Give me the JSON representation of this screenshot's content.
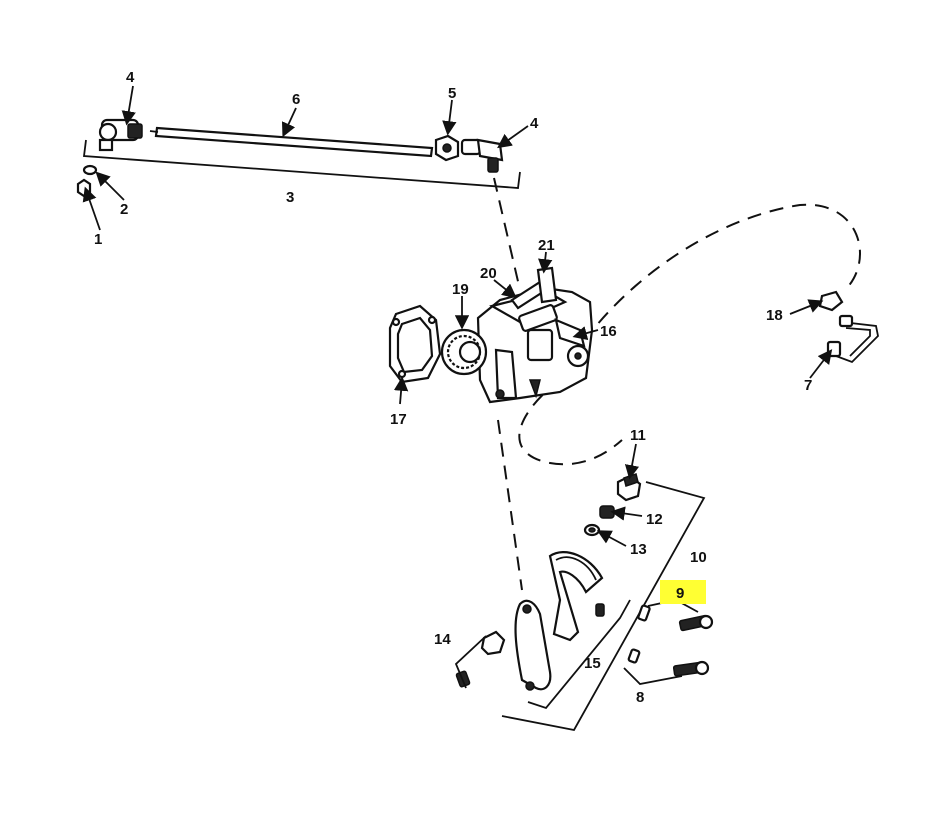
{
  "diagram": {
    "highlight_color": "#ffff33",
    "callouts": {
      "c1": "1",
      "c2": "2",
      "c3": "3",
      "c4a": "4",
      "c4b": "4",
      "c5": "5",
      "c6": "6",
      "c7": "7",
      "c8": "8",
      "c9": "9",
      "c10": "10",
      "c11": "11",
      "c12": "12",
      "c13": "13",
      "c14": "14",
      "c15": "15",
      "c16": "16",
      "c17": "17",
      "c18": "18",
      "c19": "19",
      "c20": "20",
      "c21": "21"
    },
    "highlighted_callout": "9"
  }
}
